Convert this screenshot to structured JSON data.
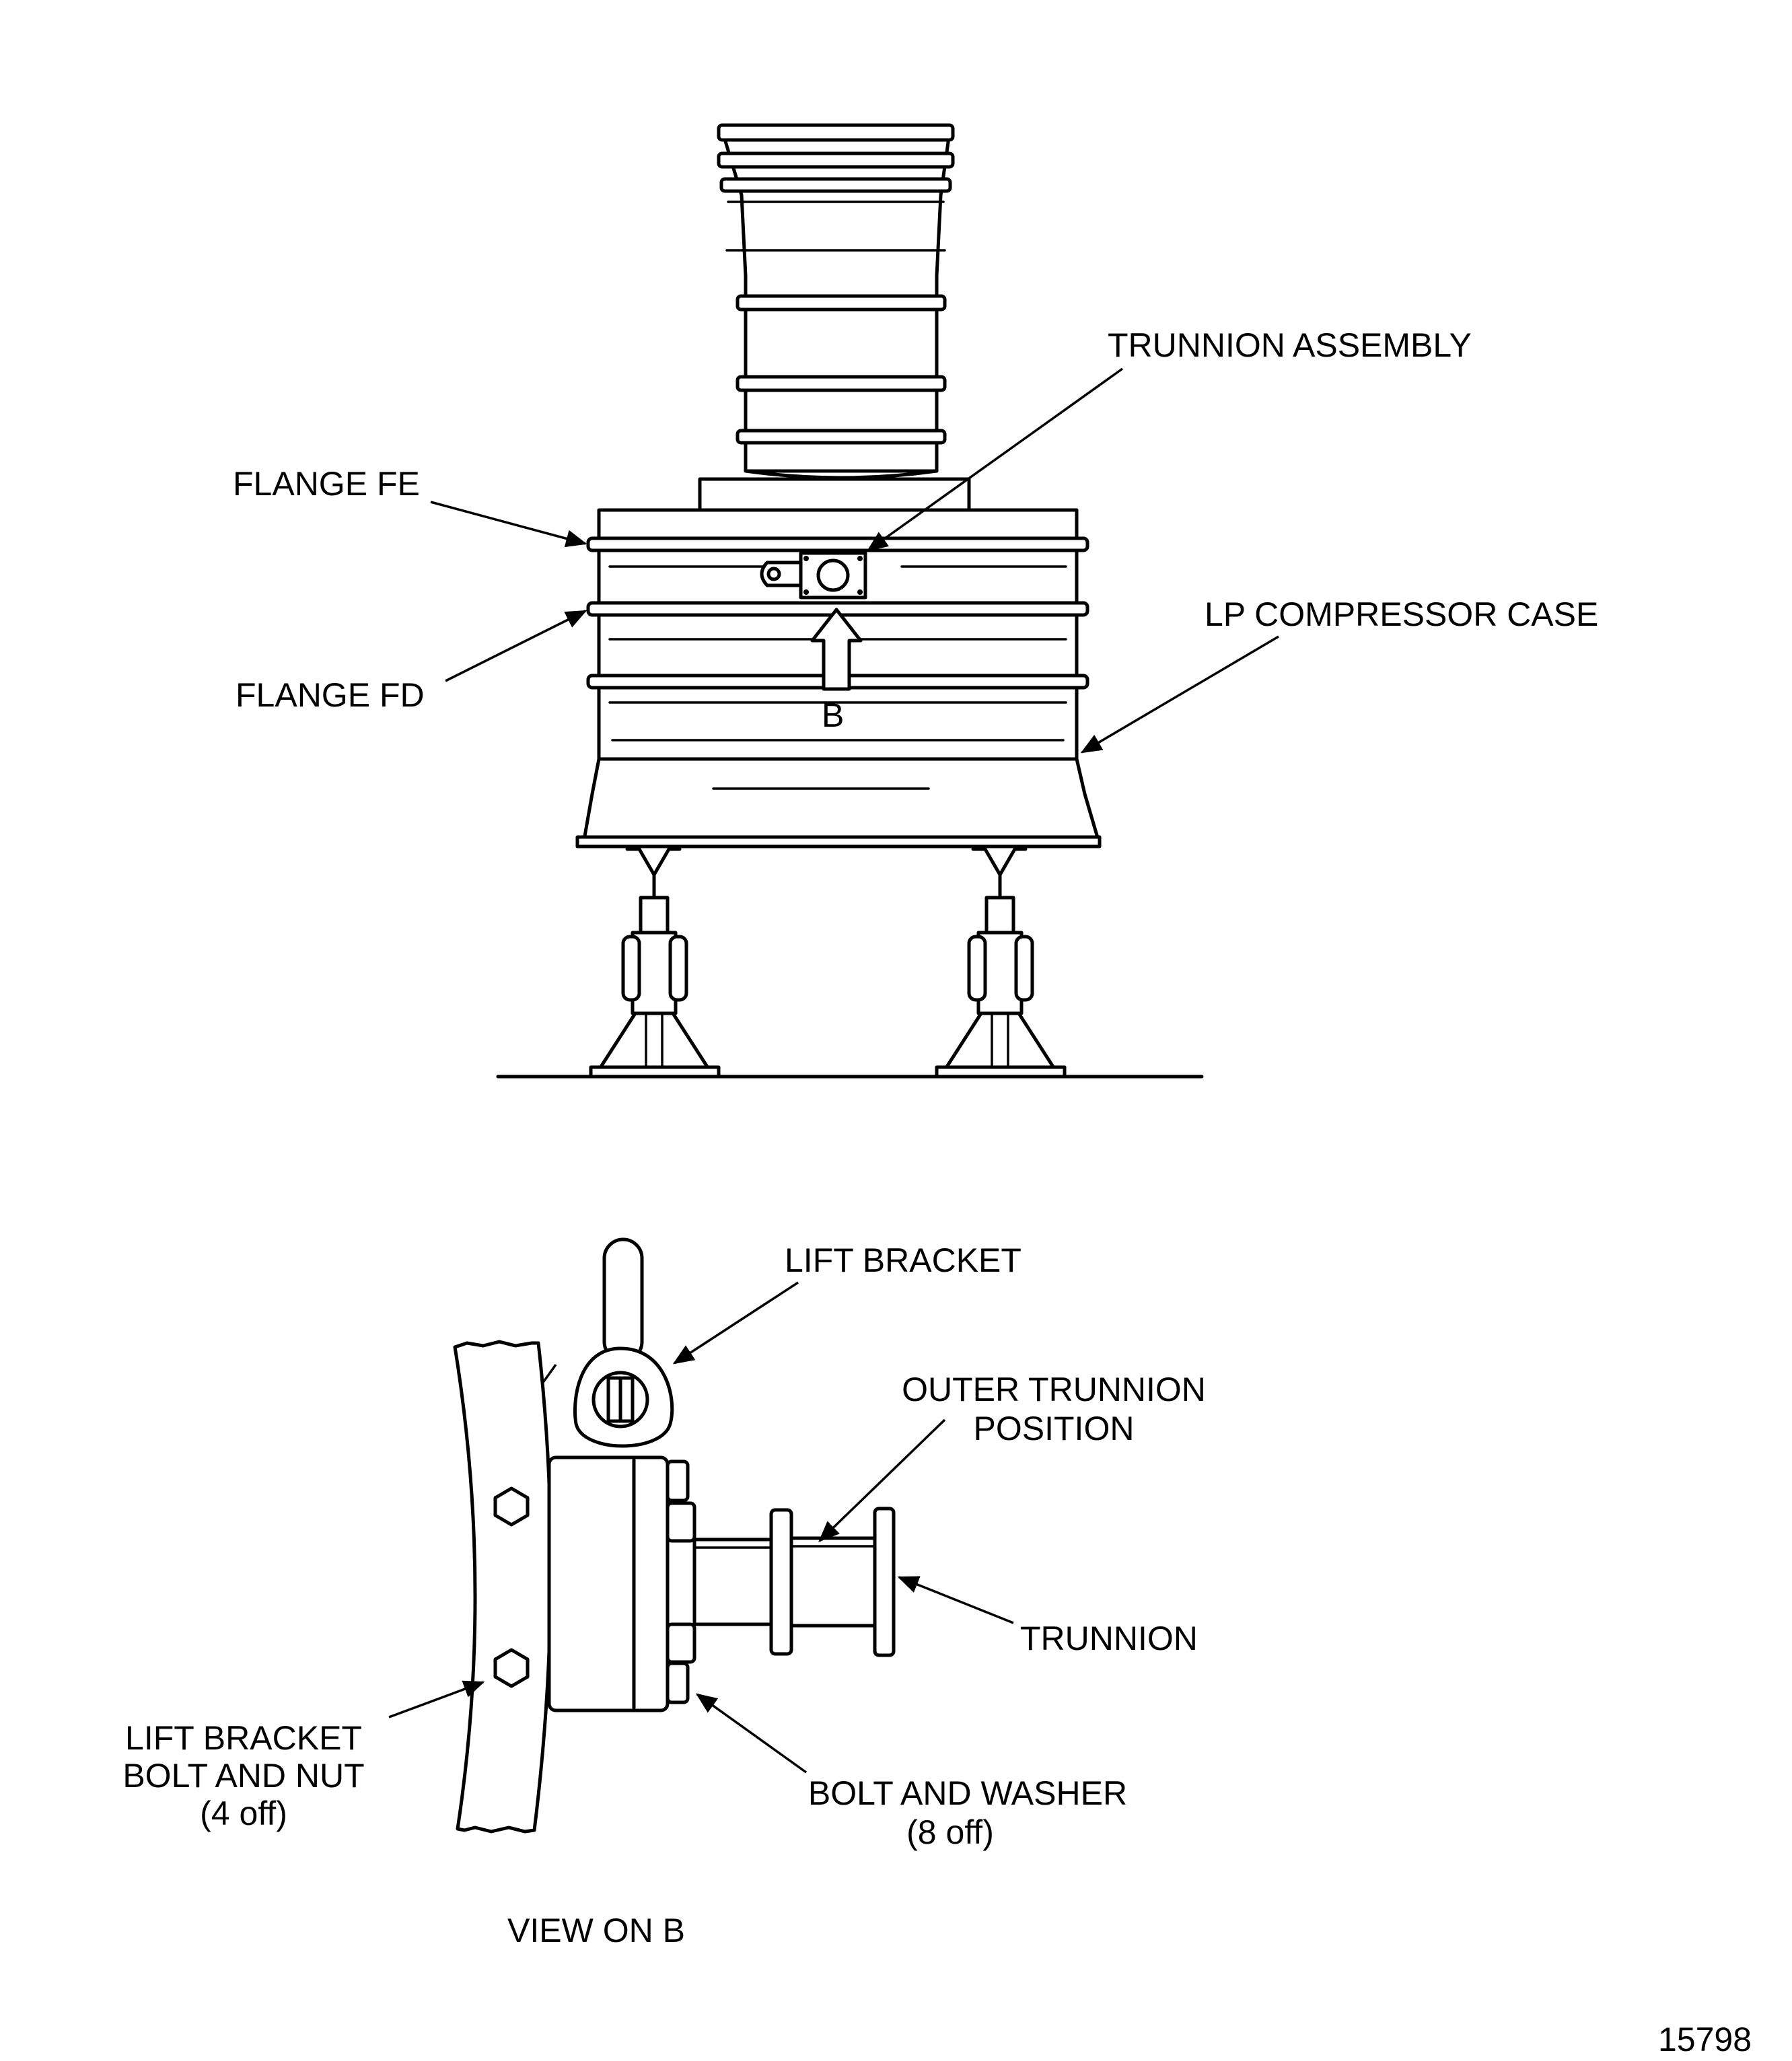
{
  "top_view": {
    "labels": {
      "trunnion_assembly": "TRUNNION ASSEMBLY",
      "flange_fe": "FLANGE FE",
      "flange_fd": "FLANGE FD",
      "lp_compressor_case": "LP COMPRESSOR CASE",
      "view_letter": "B"
    }
  },
  "detail_view": {
    "labels": {
      "lift_bracket": "LIFT BRACKET",
      "outer_trunnion_position_line1": "OUTER TRUNNION",
      "outer_trunnion_position_line2": "POSITION",
      "trunnion": "TRUNNION",
      "lift_bracket_bolt_line1": "LIFT BRACKET",
      "lift_bracket_bolt_line2": "BOLT AND NUT",
      "lift_bracket_bolt_qty": "(4 off)",
      "bolt_and_washer": "BOLT AND WASHER",
      "bolt_and_washer_qty": "(8 off)"
    },
    "caption": "VIEW ON B"
  },
  "figure_number": "15798"
}
